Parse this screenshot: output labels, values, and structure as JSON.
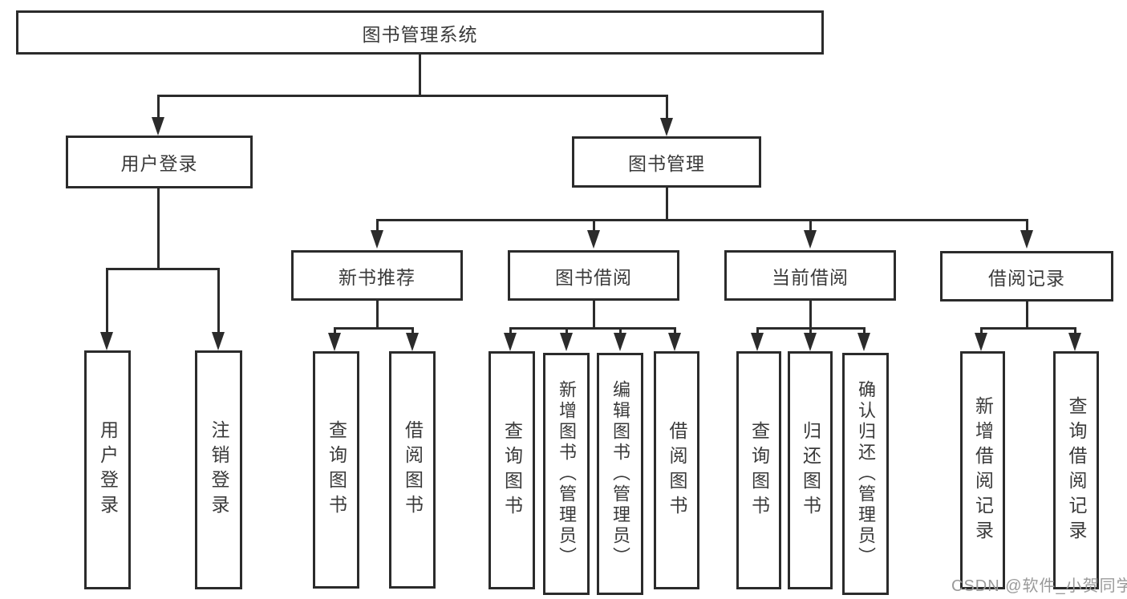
{
  "diagram": {
    "type": "hierarchy-tree",
    "root": "图书管理系统",
    "level2": {
      "user_login": "用户登录",
      "book_mgmt": "图书管理"
    },
    "level3": {
      "new_book_rec": "新书推荐",
      "book_borrow": "图书借阅",
      "current_borrow": "当前借阅",
      "borrow_record": "借阅记录"
    },
    "leaves": {
      "user_login": "用户登录",
      "logout": "注销登录",
      "nb_query": "查询图书",
      "nb_borrow": "借阅图书",
      "bb_query": "查询图书",
      "bb_add": "新增图书（管理员）",
      "bb_edit": "编辑图书（管理员）",
      "bb_borrow": "借阅图书",
      "cb_query": "查询图书",
      "cb_return": "归还图书",
      "cb_confirm": "确认归还（管理员）",
      "br_add": "新增借阅记录",
      "br_query": "查询借阅记录"
    }
  },
  "watermark": "CSDN @软件_小贺同学",
  "colors": {
    "line": "#2b2b2b",
    "text": "#3a3a3a",
    "background": "#ffffff",
    "watermark": "#9a9a9a"
  }
}
